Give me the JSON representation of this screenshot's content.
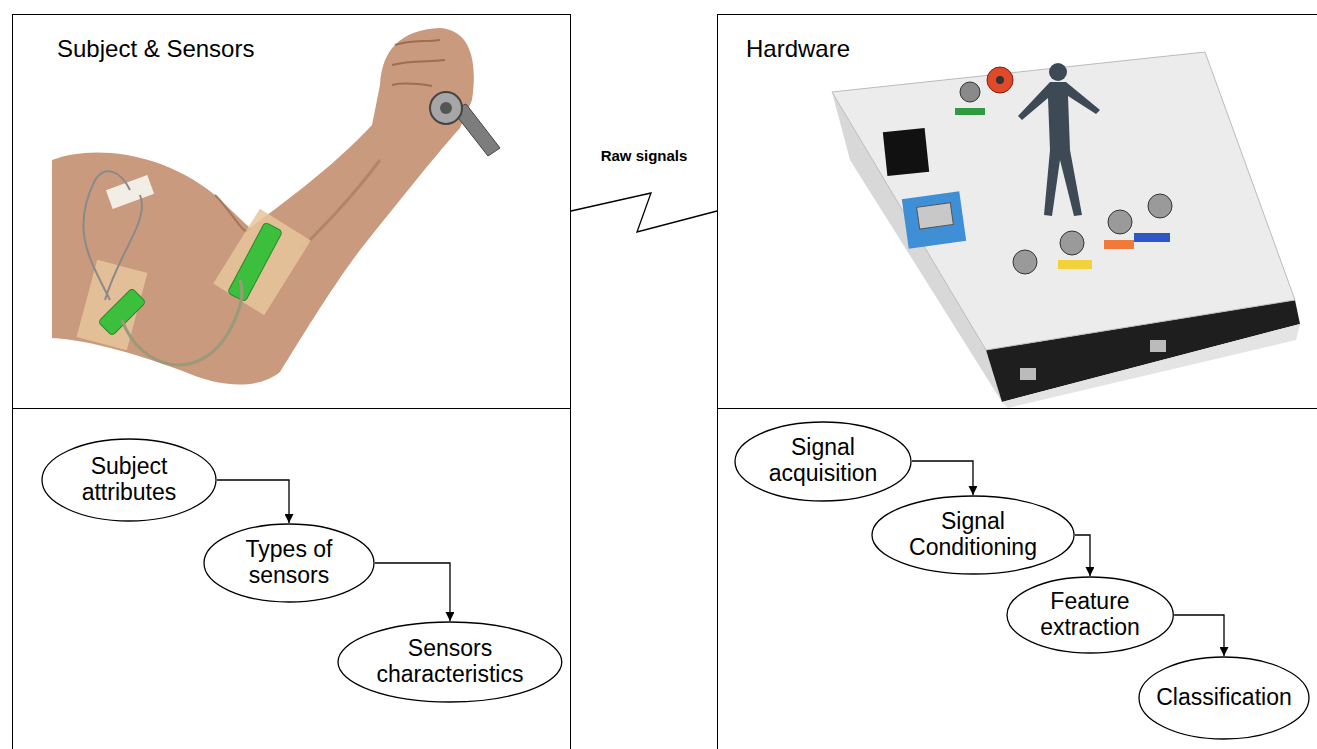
{
  "diagram": {
    "nodes": [
      {
        "text": [
          "Subject & Sensors"
        ]
      },
      {
        "text": [
          "Hardware"
        ]
      },
      {
        "text": [
          "Subject attributes"
        ]
      },
      {
        "text": [
          "Types of sensors"
        ]
      },
      {
        "text": [
          "Sensors characteristics"
        ]
      },
      {
        "text": [
          "Signal acquisition"
        ]
      },
      {
        "text": [
          "Signal Conditioning"
        ]
      },
      {
        "text": [
          "Feature extraction"
        ]
      },
      {
        "text": [
          "Classification"
        ]
      }
    ],
    "edges": [
      {
        "from": 0,
        "to": 1,
        "label": "Raw signals",
        "arrow": "none"
      },
      {
        "from": 2,
        "to": 3,
        "arrow": "to"
      },
      {
        "from": 3,
        "to": 4,
        "arrow": "to"
      },
      {
        "from": 5,
        "to": 6,
        "arrow": "to"
      },
      {
        "from": 6,
        "to": 7,
        "arrow": "to"
      },
      {
        "from": 7,
        "to": 8,
        "arrow": "to"
      }
    ]
  }
}
